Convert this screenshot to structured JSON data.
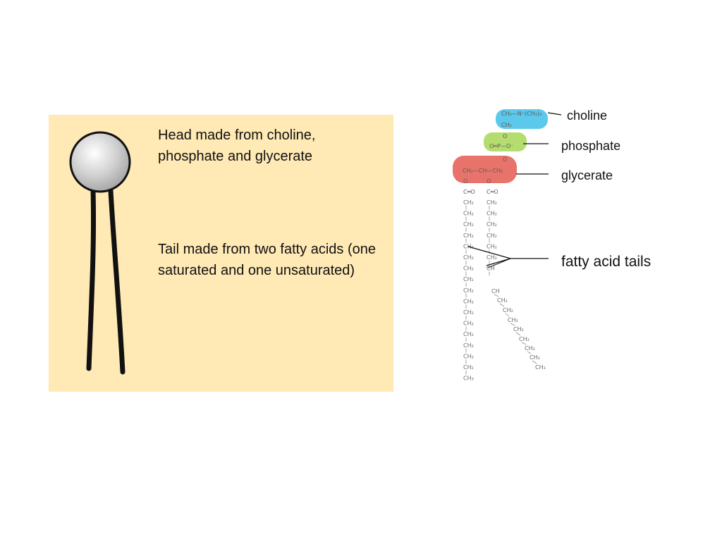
{
  "panel": {
    "head_text": "Head made from choline, phosphate and glycerate",
    "tail_text": "Tail made from two fatty acids (one saturated and one unsaturated)"
  },
  "structure": {
    "choline_group": "CH₂—N⁺(CH₃)₃",
    "choline_ch2": "CH₂",
    "phosphate_o_top": "O",
    "phosphate_group": "O═P—O⁻",
    "phosphate_o_bottom": "O",
    "glycerate_group": "CH₂—CH—CH₂",
    "ester_o_left": "O",
    "ester_o_right": "O",
    "carbonyl_left": "C═O",
    "carbonyl_right": "C═O",
    "chain_unit": "CH₂",
    "chain_end": "CH₃",
    "double_bond_left": "CH",
    "double_bond_right": "CH"
  },
  "labels": {
    "choline": "choline",
    "phosphate": "phosphate",
    "glycerate": "glycerate",
    "fatty_acid_tails": "fatty acid tails"
  },
  "colors": {
    "panel_background": "#ffe9b5",
    "choline": "#5bc8ec",
    "phosphate": "#b5dc6e",
    "glycerate": "#e8736b"
  }
}
